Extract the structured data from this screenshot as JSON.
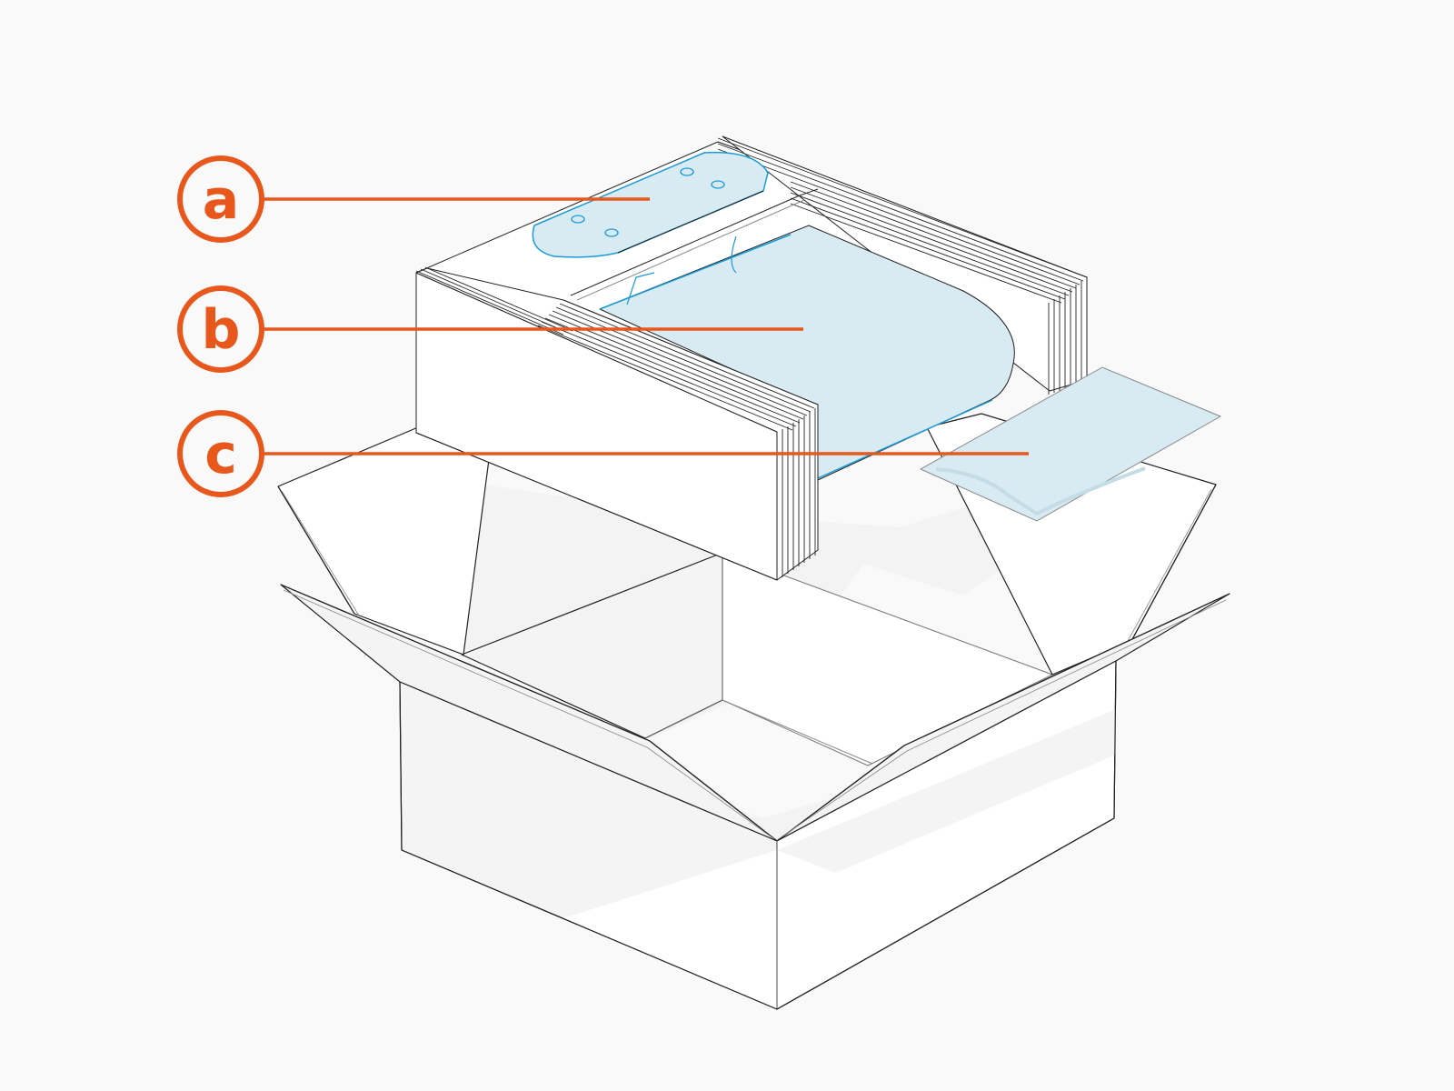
{
  "diagram": {
    "description": "Unboxing illustration: open cardboard box with foam packaging insert lifted above it, containing three labeled components",
    "colors": {
      "background": "#f9f9f9",
      "callout": "#e8571c",
      "part_fill": "#d8eaf2",
      "part_stroke": "#1a9ad6",
      "outline": "#222222",
      "shadow": "#f3f3f3"
    },
    "callouts": [
      {
        "id": "a",
        "label": "a",
        "target": "flat bracket plate with four holes"
      },
      {
        "id": "b",
        "label": "b",
        "target": "rolled sheet / main product in foam cradle"
      },
      {
        "id": "c",
        "label": "c",
        "target": "flat bag / pouch"
      }
    ]
  }
}
